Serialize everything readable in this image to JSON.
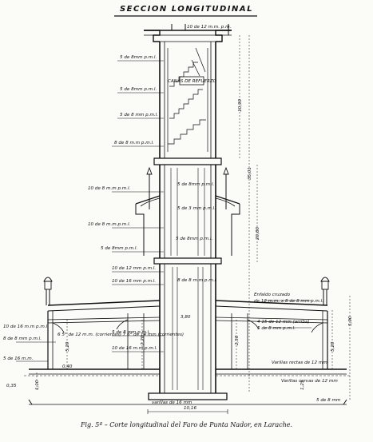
{
  "title": "SECCION LONGITUDINAL",
  "caption": "Fig. 5ª – Corte longitudinal del Faro de Punta Nador, en Larache.",
  "labels": {
    "top_rebar": "10 de 12 m.m. p.m.",
    "l_8mm_a": "5 de 8mm p.m.l.",
    "l_8mm_b": "5 de 8mm p.m.l.",
    "l_8mm_c": "8 de 8 m.m p.m.l.",
    "canvas_beam": "CANAS DE REFUERZO",
    "l_10mm": "10 de 8 m.m p.m.l.",
    "l_10mm_b": "10 de 8 m.m.p.m.l.",
    "l_8mm_d": "5 de 8 mm p.m.l.",
    "c_5de8": "5 de 8mm p.m.l.",
    "c_5de3": "5 de 3 mm p.m.l.",
    "l_12mm": "10 de 12 mm p.m.l.",
    "l_16mm": "10 de 16 mm p.m.l.",
    "c_emparrillado": "5 de 8mm p.m.l.",
    "l_14": "5 de 8mm p.m.l.",
    "l_8mmpml": "8 de 8 m.m p.m.l.",
    "left_16mm": "10 de 16 m.m p.m.l.",
    "left_8mm": "8 de 8 mm p.m.l.",
    "left_5": "5 de 16 m.m.",
    "left_bars": "6 5° de 12 m.m. (corrientes) 7 6° de 14 mm (corrientes)",
    "right_cruz": "Enfaldo cruzado",
    "right_12": "de 12 m.m. x 8 de 8 mm p.m.l.",
    "right_415": "4 15 de 12 mm (arriba)",
    "right_5": "5 de 8 mm p.m.l.",
    "right_var": "Varillas rectas de 12 mm",
    "right_var2": "Varillas corvas de 12 mm",
    "right_bottom": "5 de 8 mm",
    "bottom_var": "varillas de 16 mm",
    "dim_total": "10,16",
    "dim_1090": "10,90",
    "dim_3501": "35,01",
    "dim_2080": "20,80",
    "dim_590": "5,90",
    "dim_520": "5,20",
    "dim_520b": "5,20",
    "dim_250": "2,50",
    "dim_220": "2,20",
    "dim_380": "3,80",
    "dim_040": "0,40",
    "dim_110": "1,10",
    "dim_125": "1,25",
    "dim_035": "0,35"
  }
}
